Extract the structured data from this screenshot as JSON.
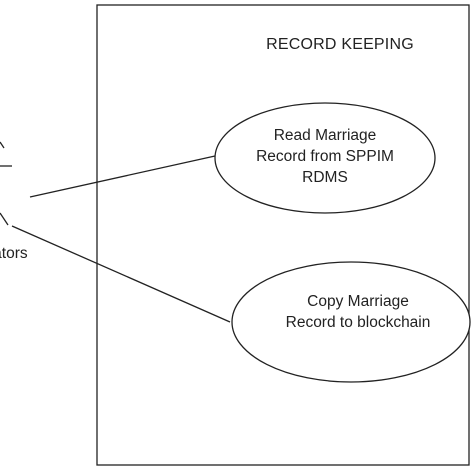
{
  "diagram": {
    "system": {
      "title": "RECORD KEEPING"
    },
    "actor": {
      "label": "rators"
    },
    "use_cases": [
      {
        "label": "Read Marriage Record from SPPIM RDMS"
      },
      {
        "label": "Copy Marriage Record to blockchain"
      }
    ],
    "colors": {
      "stroke": "#222222",
      "background": "#ffffff"
    }
  }
}
